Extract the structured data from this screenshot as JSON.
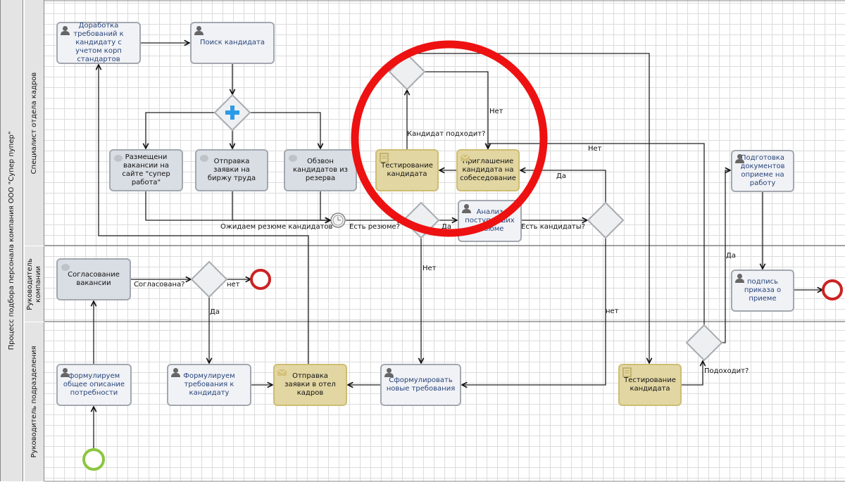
{
  "pool": {
    "label": "Процесс подбора персонала компания ООО \"Супер пупер\""
  },
  "lanes": [
    {
      "label": "Специалист отдела кадров"
    },
    {
      "label": "Руководитель компании"
    },
    {
      "label": "Руководитель подразделения"
    }
  ],
  "tasks": {
    "refine": "Доработка требований к кандидату с учетом корп стандартов",
    "search": "Поиск кандидата",
    "post": "Размещени вакансии на сайте \"супер работа\"",
    "exchange": "Отправка заявки на биржу труда",
    "call": "Обзвон кандидатов из резерва",
    "analyze": "Анализ поступивших резюме",
    "invite": "Приглашение кандидата на собеседование",
    "test1": "Тестирование кандидата",
    "docs": "Подготовка документов оприеме на работу",
    "sign": "подпись приказа о приеме",
    "approve": "Согласование вакансии",
    "describe": "формулируем общее описание потребности",
    "reqs": "Формулируем требования к кандидату",
    "send": "Отправка заявки в отел кадров",
    "newreqs": "Сформулировать новые требования",
    "test2": "Тестирование кандидата"
  },
  "edge_labels": {
    "wait": "Ожидаем резюме кандидатов",
    "has_resume": "Есть резюме?",
    "yes1": "Да",
    "no1": "Нет",
    "has_candidates": "Есть кандидаты?",
    "yes2": "Да",
    "no2": "нет",
    "fits": "Кандидат подходит?",
    "no3": "Нет",
    "no4": "Нет",
    "yes3": "Да",
    "fits2": "Подоходит?",
    "approved": "Согласована?",
    "no5": "нет",
    "yes4": "Да"
  },
  "colors": {
    "highlight": "#ee1111",
    "start": "#8cc63f",
    "end": "#cc2222",
    "parallel": "#2a9be8"
  }
}
